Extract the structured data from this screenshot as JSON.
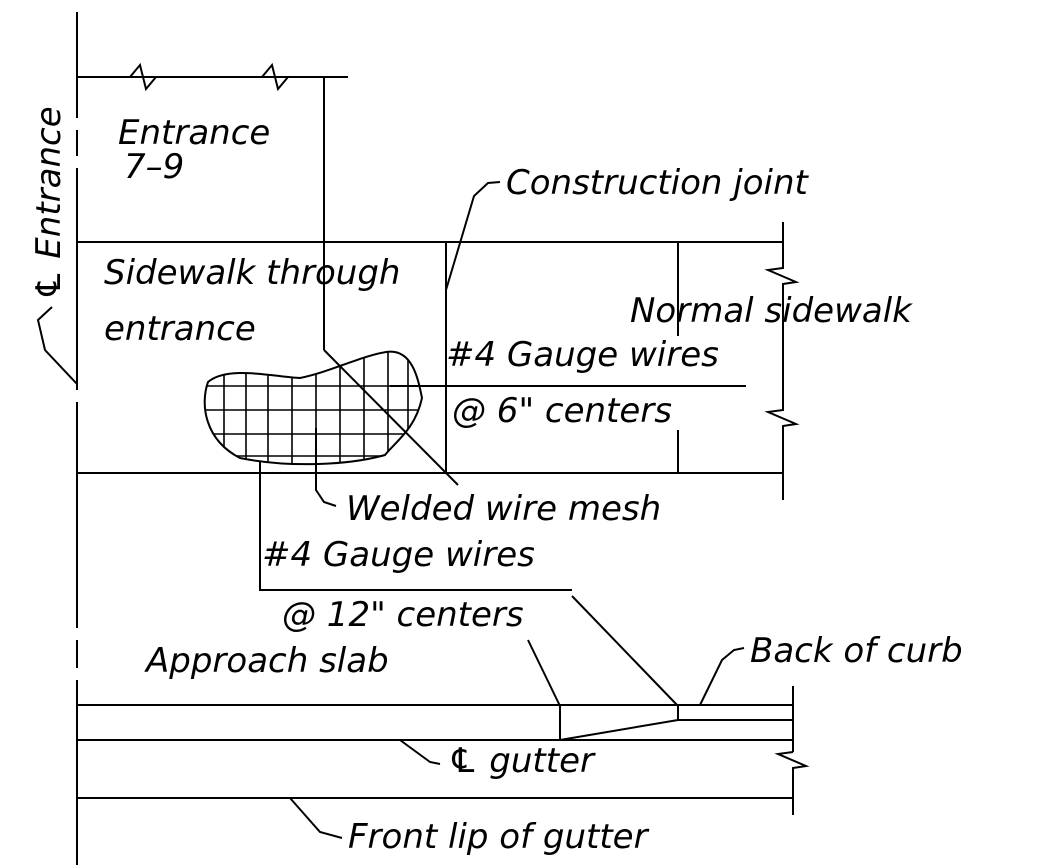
{
  "labels": {
    "centerline_entrance": "℄ Entrance",
    "entrance": "Entrance",
    "entrance_range": "7–9",
    "construction_joint": "Construction joint",
    "sidewalk_through": "Sidewalk through",
    "entrance_word": "entrance",
    "normal_sidewalk": "Normal sidewalk",
    "gauge_wires_1": "#4 Gauge wires",
    "centers_6": "@ 6\" centers",
    "welded_wire_mesh": "Welded wire mesh",
    "gauge_wires_2": "#4 Gauge wires",
    "centers_12": "@ 12\" centers",
    "approach_slab": "Approach slab",
    "back_of_curb": "Back of curb",
    "gutter": "℄ gutter",
    "front_lip": "Front lip of gutter"
  }
}
